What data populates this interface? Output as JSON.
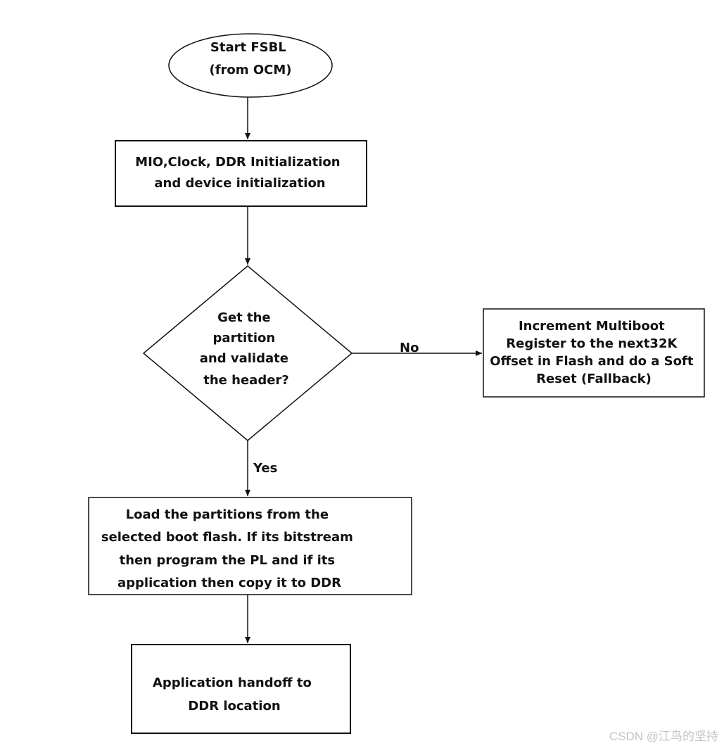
{
  "diagram": {
    "nodes": {
      "start": {
        "lines": [
          "Start FSBL",
          "(from OCM)"
        ]
      },
      "init": {
        "lines": [
          "MIO,Clock, DDR Initialization",
          "and device initialization"
        ]
      },
      "decision": {
        "lines": [
          "Get the",
          "partition",
          "and validate",
          "the header?"
        ]
      },
      "fallback": {
        "lines": [
          "Increment Multiboot",
          "Register to the next32K",
          "Offset in Flash and do a Soft",
          "Reset (Fallback)"
        ]
      },
      "load": {
        "lines": [
          "Load the partitions from the",
          "selected boot flash. If its bitstream",
          "then program the PL and if its",
          "application then copy it to DDR"
        ]
      },
      "handoff": {
        "lines": [
          "Application handoff to",
          "DDR location"
        ]
      }
    },
    "edges": {
      "no_label": "No",
      "yes_label": "Yes"
    }
  },
  "watermark": "CSDN @江鸟的坚持"
}
